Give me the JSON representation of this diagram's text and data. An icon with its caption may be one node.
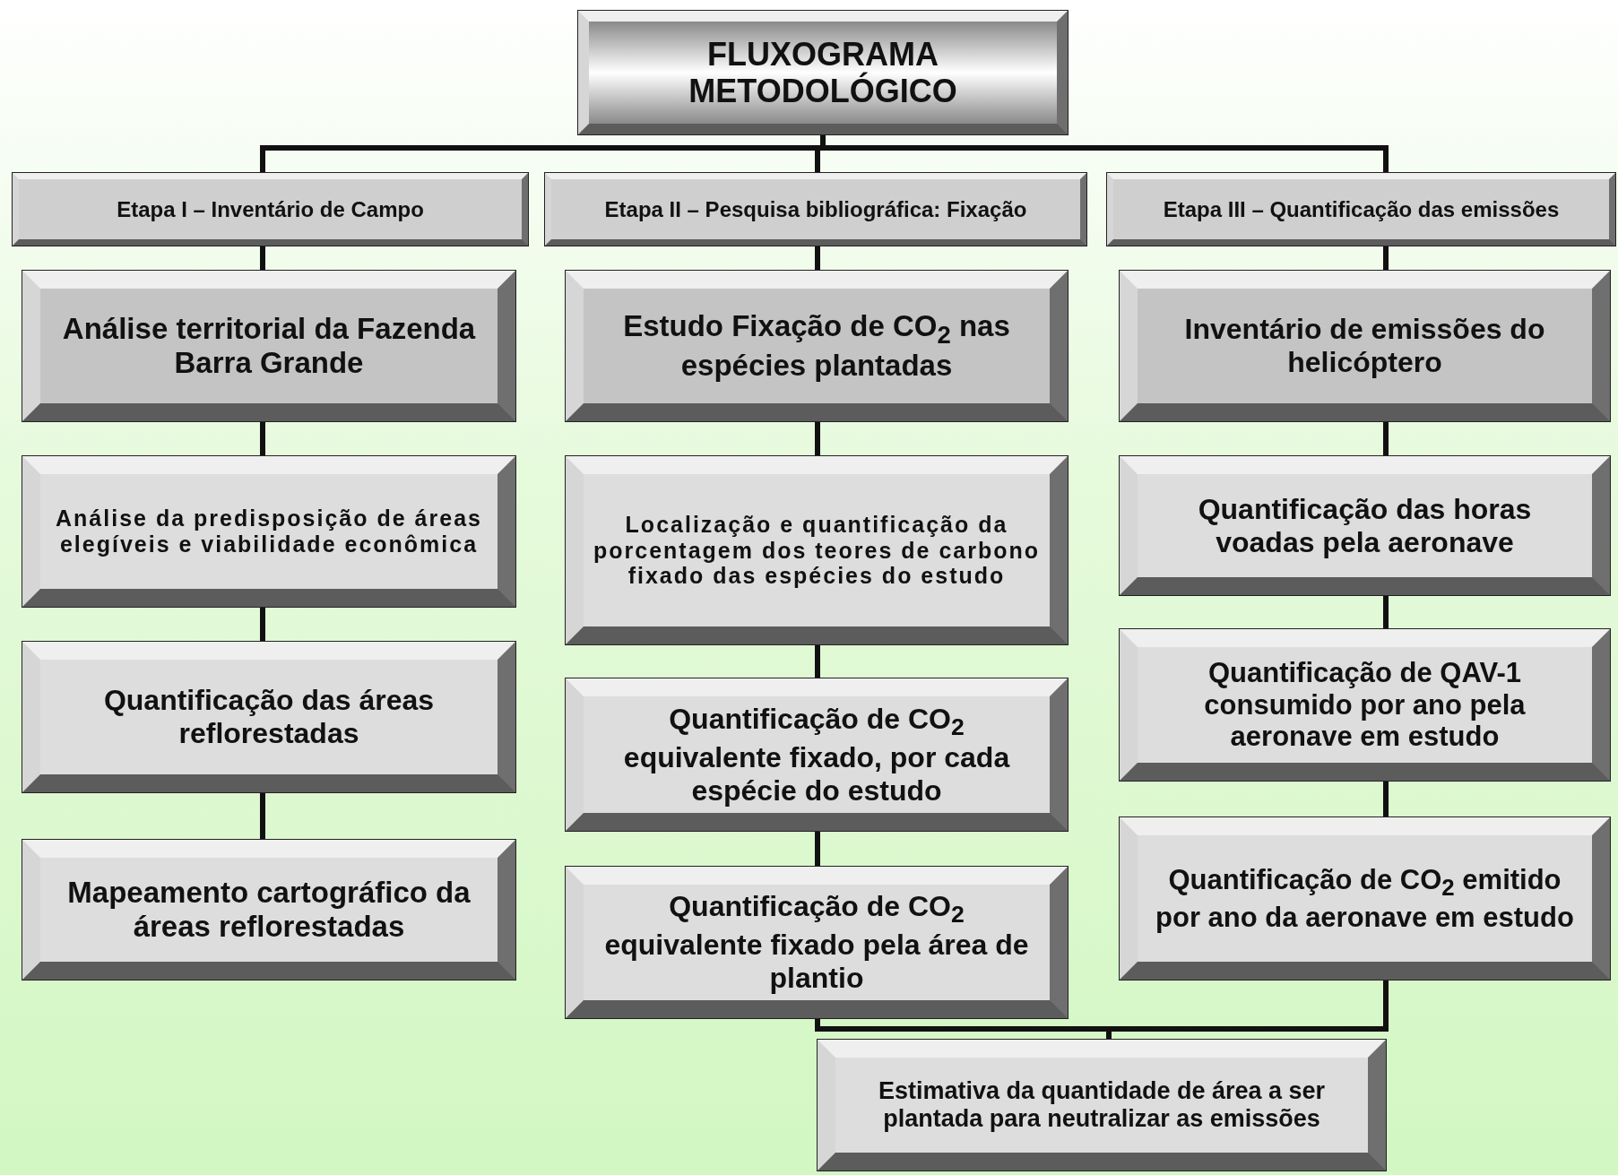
{
  "diagram": {
    "nodes": [
      {
        "text": [
          "FLUXOGRAMA METODOLÓGICO"
        ]
      },
      {
        "text": [
          "Etapa I – Inventário de Campo"
        ]
      },
      {
        "text": [
          "Etapa II – Pesquisa bibliográfica: Fixação"
        ]
      },
      {
        "text": [
          "Etapa III – Quantificação das emissões"
        ]
      },
      {
        "text": [
          "Análise territorial da Fazenda  Barra Grande"
        ]
      },
      {
        "text": [
          "Análise  da predisposição de áreas elegíveis e viabilidade econômica"
        ]
      },
      {
        "text": [
          "Quantificação das áreas reflorestadas"
        ]
      },
      {
        "text": [
          "Mapeamento cartográfico da áreas reflorestadas"
        ]
      },
      {
        "text": [
          "Estudo Fixação de CO$_{2}$ nas espécies plantadas"
        ]
      },
      {
        "text": [
          "Localização e quantificação da porcentagem dos teores de carbono fixado das espécies do estudo"
        ]
      },
      {
        "text": [
          "Quantificação de CO$_{2}$ equivalente fixado, por cada espécie do estudo"
        ]
      },
      {
        "text": [
          "Quantificação de CO$_{2}$ equivalente fixado pela área de plantio"
        ]
      },
      {
        "text": [
          "Inventário de emissões do helicóptero"
        ]
      },
      {
        "text": [
          "Quantificação das horas voadas pela aeronave"
        ]
      },
      {
        "text": [
          "Quantificação de QAV-1 consumido por ano pela aeronave em estudo"
        ]
      },
      {
        "text": [
          "Quantificação de CO$_{2}$ emitido por ano da aeronave em estudo"
        ]
      },
      {
        "text": [
          "Estimativa da quantidade de área a ser plantada para neutralizar as emissões"
        ]
      }
    ],
    "edges": [
      {
        "from": 0,
        "to": 1,
        "arrow": "none"
      },
      {
        "from": 0,
        "to": 2,
        "arrow": "none"
      },
      {
        "from": 0,
        "to": 3,
        "arrow": "none"
      },
      {
        "from": 1,
        "to": 4,
        "arrow": "none"
      },
      {
        "from": 4,
        "to": 5,
        "arrow": "none"
      },
      {
        "from": 5,
        "to": 6,
        "arrow": "none"
      },
      {
        "from": 6,
        "to": 7,
        "arrow": "none"
      },
      {
        "from": 2,
        "to": 8,
        "arrow": "none"
      },
      {
        "from": 8,
        "to": 9,
        "arrow": "none"
      },
      {
        "from": 9,
        "to": 10,
        "arrow": "none"
      },
      {
        "from": 10,
        "to": 11,
        "arrow": "none"
      },
      {
        "from": 3,
        "to": 12,
        "arrow": "none"
      },
      {
        "from": 12,
        "to": 13,
        "arrow": "none"
      },
      {
        "from": 13,
        "to": 14,
        "arrow": "none"
      },
      {
        "from": 14,
        "to": 15,
        "arrow": "none"
      },
      {
        "from": 11,
        "to": 16,
        "arrow": "none"
      },
      {
        "from": 15,
        "to": 16,
        "arrow": "none"
      }
    ]
  }
}
